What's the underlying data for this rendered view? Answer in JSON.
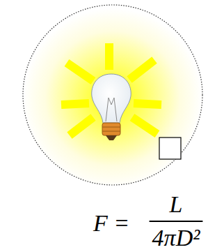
{
  "diagram": {
    "labels": [
      "F =",
      "L",
      "4πD²"
    ]
  }
}
